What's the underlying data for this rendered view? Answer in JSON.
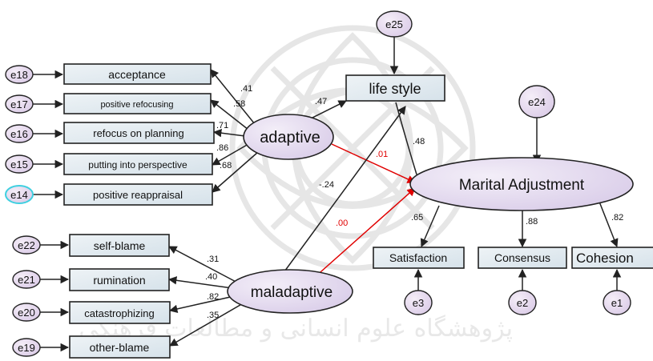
{
  "watermark": {
    "text": "پژوهشگاه علوم انسانی و مطالعات فرهنگی"
  },
  "latent": {
    "adaptive": "adaptive",
    "maladaptive": "maladaptive",
    "marital": "Marital Adjustment"
  },
  "observed": {
    "lifestyle": "life style",
    "acceptance": "acceptance",
    "positive_refocusing": "positive refocusing",
    "refocus_planning": "refocus on planning",
    "perspective": "putting into perspective",
    "reappraisal": "positive reappraisal",
    "self_blame": "self-blame",
    "rumination": "rumination",
    "catastrophizing": "catastrophizing",
    "other_blame": "other-blame",
    "satisfaction": "Satisfaction",
    "consensus": "Consensus",
    "cohesion": "Cohesion"
  },
  "errors": {
    "e1": "e1",
    "e2": "e2",
    "e3": "e3",
    "e14": "e14",
    "e15": "e15",
    "e16": "e16",
    "e17": "e17",
    "e18": "e18",
    "e19": "e19",
    "e20": "e20",
    "e21": "e21",
    "e22": "e22",
    "e24": "e24",
    "e25": "e25"
  },
  "coefficients": {
    "acceptance": ".41",
    "positive_refocusing": ".58",
    "refocus_planning": ".71",
    "perspective": ".86",
    "reappraisal": ".68",
    "self_blame": ".31",
    "rumination": ".40",
    "catastrophizing": ".82",
    "other_blame": ".35",
    "adaptive_lifestyle": ".47",
    "lifestyle_marital": ".48",
    "adaptive_marital": ".01",
    "maladaptive_lifestyle": "-.24",
    "maladaptive_marital": ".00",
    "satisfaction": ".65",
    "consensus": ".88",
    "cohesion": ".82"
  },
  "colors": {
    "observed_fill": "#dde8ee",
    "latent_fill": "#e4dcf0",
    "error_fill": "#e6ddee",
    "significant_path": "#222222",
    "nonsignificant_path": "#e00000",
    "highlight_border": "#3fd0e0"
  }
}
